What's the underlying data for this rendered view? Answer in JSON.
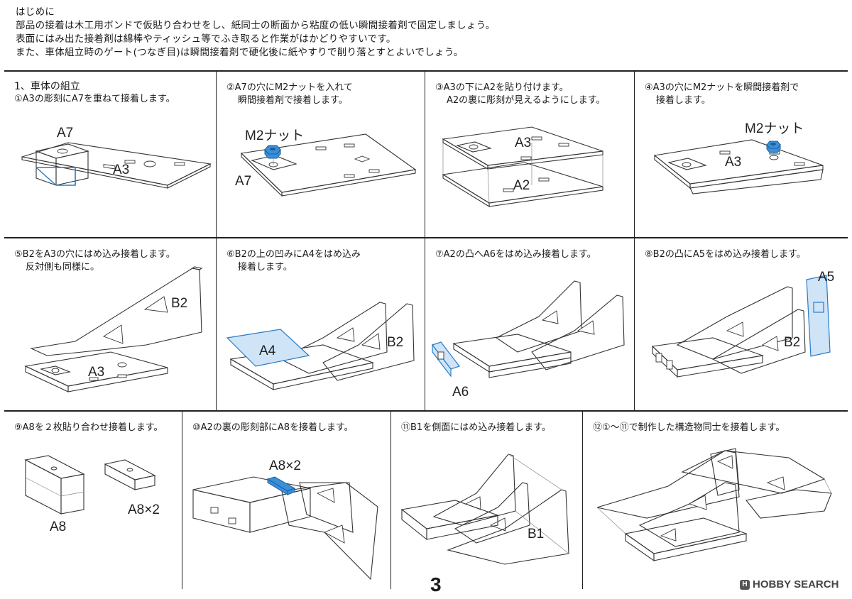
{
  "intro": {
    "lines": [
      "はじめに",
      "部品の接着は木工用ボンドで仮貼り合わせをし、紙同士の断面から粘度の低い瞬間接着剤で固定しましょう。",
      "表面にはみ出た接着剤は綿棒やティッシュ等でふき取ると作業がはかどりやすいです。",
      "また、車体組立時のゲート(つなぎ目)は瞬間接着剤で硬化後に紙やすりで削り落とすとよいでしょう。"
    ]
  },
  "section_title": "1、車体の組立",
  "steps": [
    {
      "num": "①",
      "lines": [
        "A3の彫刻にA7を重ねて接着します。"
      ],
      "labels": [
        "A7",
        "A3"
      ]
    },
    {
      "num": "②",
      "lines": [
        "A7の穴にM2ナットを入れて",
        "瞬間接着剤で接着します。"
      ],
      "labels": [
        "M2ナット",
        "A7"
      ]
    },
    {
      "num": "③",
      "lines": [
        "A3の下にA2を貼り付けます。",
        "A2の裏に彫刻が見えるようにします。"
      ],
      "labels": [
        "A3",
        "A2"
      ]
    },
    {
      "num": "④",
      "lines": [
        "A3の穴にM2ナットを瞬間接着剤で",
        "接着します。"
      ],
      "labels": [
        "M2ナット",
        "A3"
      ]
    },
    {
      "num": "⑤",
      "lines": [
        "B2をA3の穴にはめ込み接着します。",
        "反対側も同様に。"
      ],
      "labels": [
        "B2",
        "A3"
      ]
    },
    {
      "num": "⑥",
      "lines": [
        "B2の上の凹みにA4をはめ込み",
        "接着します。"
      ],
      "labels": [
        "A4",
        "B2"
      ]
    },
    {
      "num": "⑦",
      "lines": [
        "A2の凸へA6をはめ込み接着します。"
      ],
      "labels": [
        "A6"
      ]
    },
    {
      "num": "⑧",
      "lines": [
        "B2の凸にA5をはめ込み接着します。"
      ],
      "labels": [
        "A5",
        "B2"
      ]
    },
    {
      "num": "⑨",
      "lines": [
        "A8を２枚貼り合わせ接着します。"
      ],
      "labels": [
        "A8",
        "A8×2"
      ]
    },
    {
      "num": "⑩",
      "lines": [
        "A2の裏の彫刻部にA8を接着します。"
      ],
      "labels": [
        "A8×2"
      ]
    },
    {
      "num": "⑪",
      "lines": [
        "B1を側面にはめ込み接着します。"
      ],
      "labels": [
        "B1"
      ]
    },
    {
      "num": "⑫",
      "lines": [
        "①〜⑪で制作した構造物同士を接着します。"
      ],
      "labels": []
    }
  ],
  "page_number": "3",
  "watermark": {
    "logo": "H",
    "text": "HOBBY SEARCH"
  },
  "colors": {
    "highlight": "#3a8fd8",
    "highlight_light": "#cfe4f7",
    "ink": "#222222"
  }
}
